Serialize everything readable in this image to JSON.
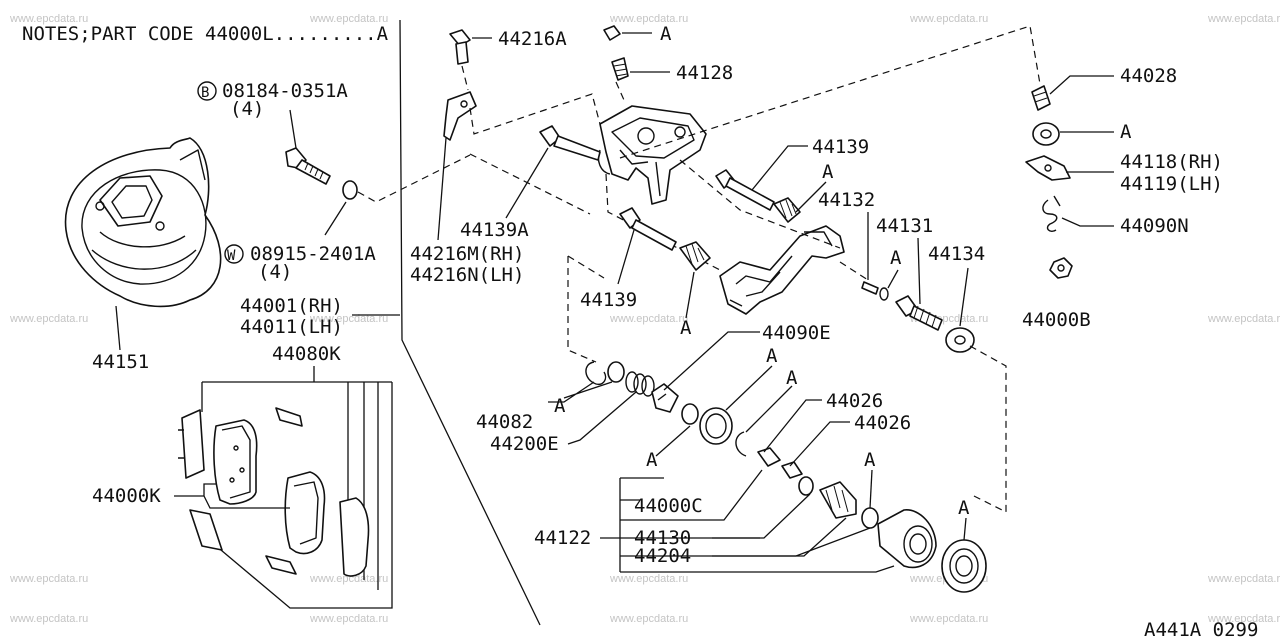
{
  "notes": "NOTES;PART CODE 44000L.........A",
  "footer_code": "A441A 0299",
  "watermark": "www.epcdata.ru",
  "labels": {
    "p44216A": "44216A",
    "pA_top": "A",
    "p44128": "44128",
    "p44028": "44028",
    "pA_44028": "A",
    "p08184": "08184-0351A",
    "p08184_qty": "(4)",
    "p44139_top": "44139",
    "pA_44139": "A",
    "p44118": "44118(RH)",
    "p44119": "44119(LH)",
    "p44132": "44132",
    "p44131": "44131",
    "pA_44131": "A",
    "p44134": "44134",
    "p44090N": "44090N",
    "p44139A": "44139A",
    "p44216M": "44216M(RH)",
    "p44216N": "44216N(LH)",
    "p08915": "08915-2401A",
    "p08915_qty": "(4)",
    "p44139_mid": "44139",
    "pA_mid": "A",
    "p44000B": "44000B",
    "p44001": "44001(RH)",
    "p44011": "44011(LH)",
    "p44151": "44151",
    "p44080K": "44080K",
    "p44090E": "44090E",
    "pA_90E_1": "A",
    "pA_90E_2": "A",
    "p44026_1": "44026",
    "p44026_2": "44026",
    "p44082": "44082",
    "pA_44082": "A",
    "p44200E": "44200E",
    "pA_44200E": "A",
    "p44000K": "44000K",
    "p44000C": "44000C",
    "p44122": "44122",
    "p44130": "44130",
    "p44204": "44204",
    "pA_low1": "A",
    "pA_low2": "A"
  }
}
